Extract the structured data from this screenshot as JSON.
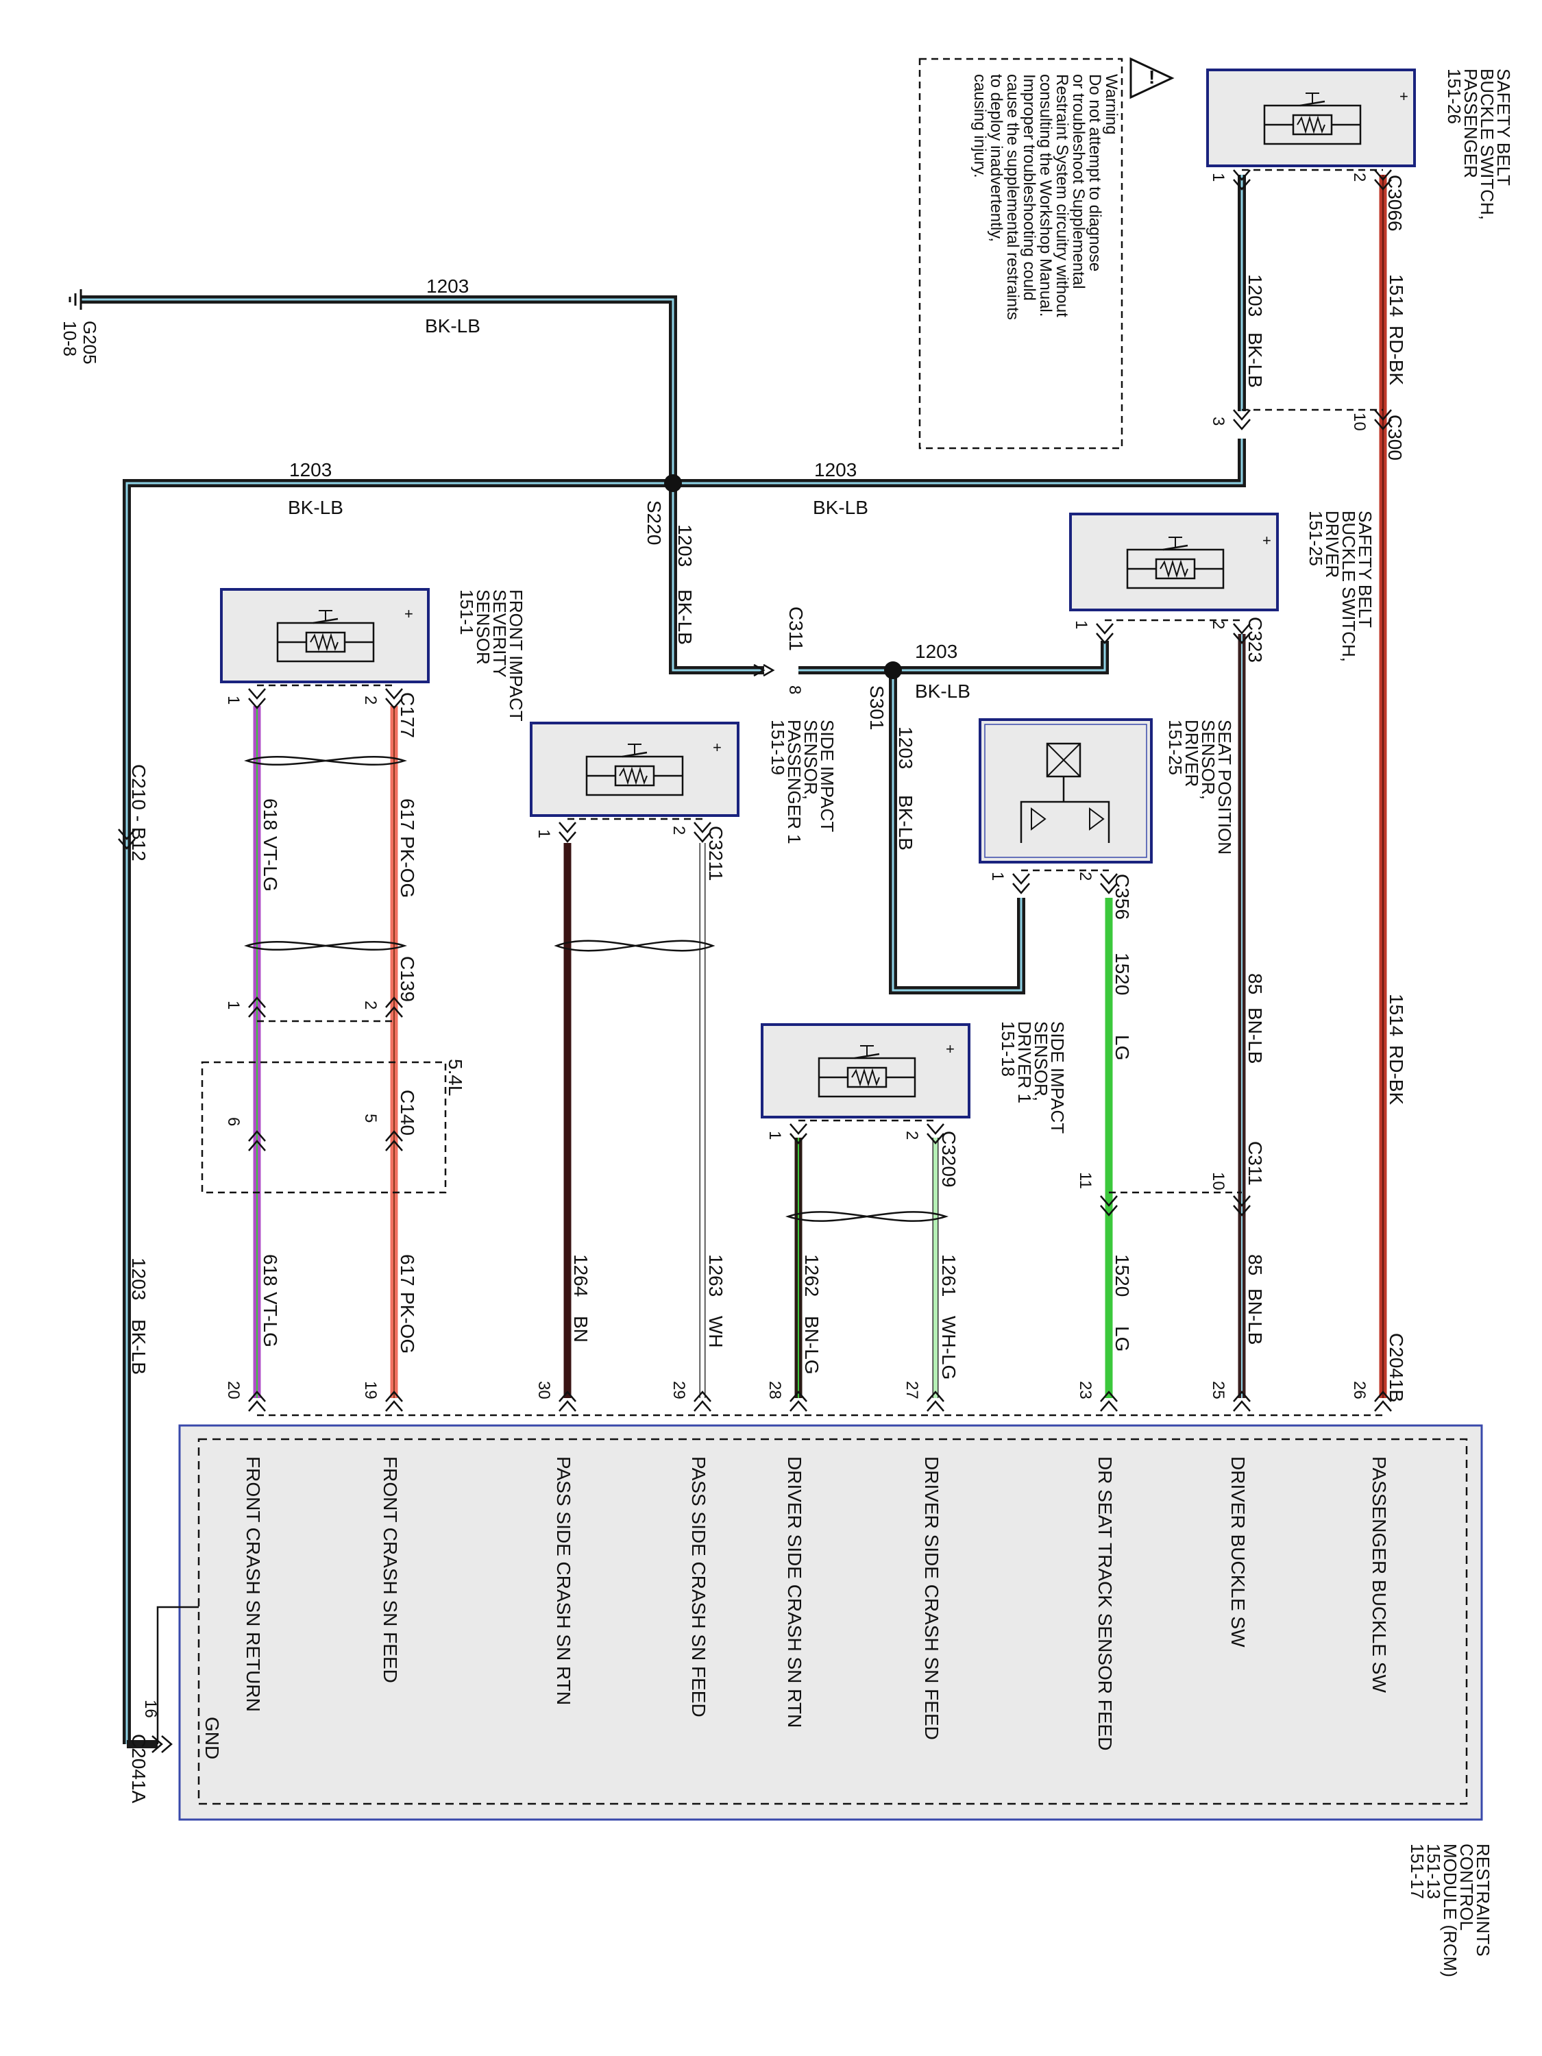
{
  "colors": {
    "bk_lb": "#1a1a1a",
    "lb_stripe": "#8fd3e6",
    "rd_bk": "#c0392b",
    "bn_lb": "#3a1f1f",
    "lg": "#3cc83c",
    "bn": "#3a1414",
    "wh": "#ffffff",
    "wh_lg": "#b6f0b6",
    "bn_lg": "#2a1a14",
    "vt_lg": "#b04fc8",
    "pk_og": "#f07060",
    "component_fill": "#eaeaea",
    "component_border": "#1a237e",
    "rcm_border": "#3949ab"
  },
  "ground": {
    "id": "G205",
    "ref": "10-8"
  },
  "splices": {
    "s220": "S220",
    "s301": "S301"
  },
  "wires": {
    "w1203": "1203",
    "bk_lb": "BK-LB",
    "w1514": "1514",
    "rd_bk": "RD-BK",
    "w85": "85",
    "bn_lb": "BN-LB",
    "w1520": "1520",
    "lg": "LG",
    "w1264": "1264",
    "bn": "BN",
    "w1263": "1263",
    "wh": "WH",
    "w1262": "1262",
    "bn_lg": "BN-LG",
    "w1261": "1261",
    "wh_lg": "WH-LG",
    "w617": "617",
    "pk_og": "PK-OG",
    "w618": "618",
    "vt_lg": "VT-LG"
  },
  "connectors": {
    "c3066": "C3066",
    "c300": "C300",
    "c323": "C323",
    "c311": "C311",
    "c356": "C356",
    "c3211": "C3211",
    "c3209": "C3209",
    "c177": "C177",
    "c139": "C139",
    "c140": "C140",
    "c210": "C210 - B12",
    "c2041b": "C2041B",
    "c2041a": "C2041A",
    "option_54l": "5.4L"
  },
  "pins": {
    "p1": "1",
    "p2": "2",
    "p3": "3",
    "p5": "5",
    "p6": "6",
    "p8": "8",
    "p10": "10",
    "p11": "11",
    "p16": "16",
    "p19": "19",
    "p20": "20",
    "p23": "23",
    "p25": "25",
    "p26": "26",
    "p27": "27",
    "p28": "28",
    "p29": "29",
    "p30": "30"
  },
  "components": {
    "sbbs_pass": [
      "SAFETY BELT",
      "BUCKLE SWITCH,",
      "PASSENGER",
      "151-26"
    ],
    "sbbs_drv": [
      "SAFETY BELT",
      "BUCKLE SWITCH,",
      "DRIVER",
      "151-25"
    ],
    "seat_pos": [
      "SEAT POSITION",
      "SENSOR,",
      "DRIVER",
      "151-25"
    ],
    "sis_pass": [
      "SIDE IMPACT",
      "SENSOR,",
      "PASSENGER 1",
      "151-19"
    ],
    "sis_drv": [
      "SIDE IMPACT",
      "SENSOR,",
      "DRIVER 1",
      "151-18"
    ],
    "fis": [
      "FRONT IMPACT",
      "SEVERITY",
      "SENSOR",
      "151-1"
    ],
    "rcm": [
      "RESTRAINTS",
      "CONTROL",
      "MODULE (RCM)",
      "151-13",
      "151-17"
    ]
  },
  "warning": {
    "title": "Warning",
    "lines": [
      "Do not attempt to diagnose",
      "or troubleshoot Supplemental",
      "Restraint System circuitry without",
      "consulting the Workshop Manual.",
      "Improper troubleshooting could",
      "cause the supplemental restraints",
      "to deploy inadvertently,",
      "causing injury."
    ]
  },
  "rcm_pins": {
    "passenger_buckle": "PASSENGER BUCKLE SW",
    "driver_buckle": "DRIVER BUCKLE SW",
    "seat_track": "DR SEAT TRACK SENSOR FEED",
    "drv_feed": "DRIVER SIDE CRASH SN FEED",
    "drv_rtn": "DRIVER SIDE CRASH SN RTN",
    "pass_feed": "PASS SIDE CRASH SN FEED",
    "pass_rtn": "PASS SIDE CRASH SN RTN",
    "front_feed": "FRONT CRASH SN FEED",
    "front_return": "FRONT CRASH SN RETURN",
    "gnd": "GND"
  }
}
